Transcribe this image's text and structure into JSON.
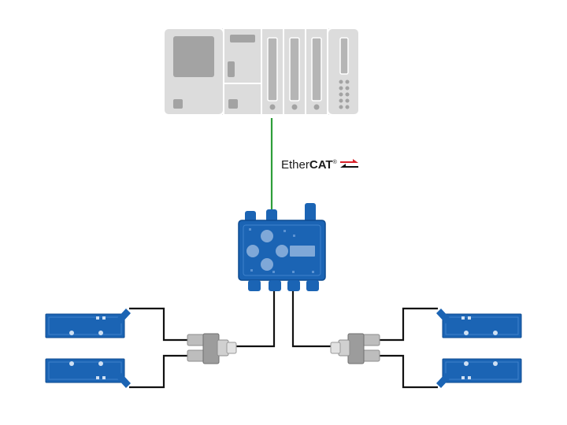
{
  "network": {
    "protocol_prefix": "Ether",
    "protocol_suffix": "CAT",
    "registered_mark": "®"
  },
  "colors": {
    "plc_body": "#d9d9d9",
    "plc_detail": "#9a9a9a",
    "fieldbus_cable": "#2e9e3a",
    "sensor_cable": "#111111",
    "device_blue": "#1b64b4",
    "device_dark": "#0d4a8f",
    "device_light": "#7fa8d8",
    "connector_gray": "#bdbdbd",
    "ethercat_red": "#d9222a"
  },
  "icons": [
    "plc-rack-icon",
    "io-link-master-icon",
    "y-splitter-icon",
    "sensor-icon",
    "ethercat-logo-arrows"
  ]
}
